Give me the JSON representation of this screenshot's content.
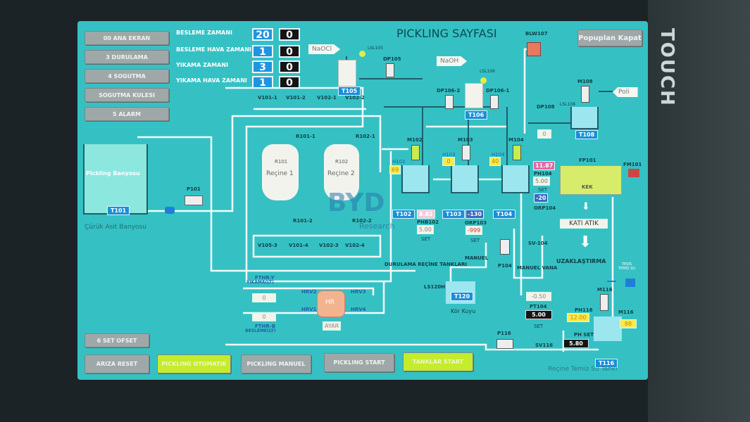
{
  "title": "PICKLING SAYFASI",
  "close_button": "Popuplan Kapat",
  "bezel_brand": "TOUCH",
  "nav_buttons": [
    "00 ANA EKRAN",
    "3 DURULAMA",
    "4 SOGUTMA",
    "SOGUTMA KULESI",
    "5 ALARM"
  ],
  "timers": [
    {
      "label": "BESLEME ZAMANI",
      "set": "20",
      "actual": "0"
    },
    {
      "label": "BESLEME HAVA ZAMANI",
      "set": "1",
      "actual": "0"
    },
    {
      "label": "YIKAMA ZAMANI",
      "set": "3",
      "actual": "0"
    },
    {
      "label": "YIKAMA HAVA ZAMANI",
      "set": "1",
      "actual": "0"
    }
  ],
  "bottom_buttons": [
    "6 SET OFSET",
    "ARIZA RESET",
    "PICKLING OTOMATIK",
    "PICKLING MANUEL",
    "PICKLING START",
    "TANKLAR START"
  ],
  "colors": {
    "screen": "#35c1c3",
    "active_button": "#c4ec2c",
    "tag": "#1a8fd8"
  },
  "pickling_tank": {
    "name": "Pickling Banyosu",
    "tag": "T101",
    "caption": "Çürük Asit Banyosu",
    "pump": "P101"
  },
  "resin": {
    "r1_tag": "R101",
    "r1_name": "Reçine 1",
    "r2_tag": "R102",
    "r2_name": "Reçine 2",
    "valves_top": [
      "R101-1",
      "R102-1"
    ],
    "valves_bottom": [
      "R101-2",
      "R102-2"
    ],
    "valves_upper_row": [
      "V101-1",
      "V101-2",
      "V102-1",
      "V102-2"
    ],
    "valves_lower_row": [
      "V105-3",
      "V101-4",
      "V102-3",
      "V102-4"
    ],
    "caption": "DURULAMA REÇİNE TANKLARI"
  },
  "hr": {
    "name": "HR",
    "ayar": "AYAR",
    "fthr_y": "FTHR-Y",
    "fthr_y_sub": "YIKAMA(LT)",
    "fthr_y_value": "0",
    "fthr_b": "FTHR-B",
    "fthr_b_sub": "BESLEME(LT)",
    "fthr_b_value": "0",
    "valves": [
      "HRV2",
      "HRV1",
      "HRV3",
      "HRV4"
    ]
  },
  "dosing": {
    "naocl": "NaOCl",
    "t105": "T105",
    "lsl105": "LSL105",
    "dp105": "DP105",
    "naoh": "NaOH",
    "t106": "T106",
    "lsl106": "LSL106",
    "dp106_2": "DP106-2",
    "dp106_1": "DP106-1",
    "blw107": "BLW107",
    "poli": "Poli",
    "m108": "M108",
    "t108": "T108",
    "lsl108": "LSL108",
    "dp108": "DP108",
    "dp108_value": "0"
  },
  "reactors": {
    "t102": {
      "tag": "T102",
      "mixer": "M102",
      "h_label": "H102",
      "h_value": "69",
      "ph_value": "8.82",
      "ph_label": "PHB102",
      "ph_set": "5.00",
      "set_label": "SET"
    },
    "t103": {
      "tag": "T103",
      "mixer": "M103",
      "h_label": "H103",
      "h_value": "0",
      "orp_value": "-130",
      "orp_label": "ORP103",
      "orp_set": "-999",
      "set_label": "SET"
    },
    "t104": {
      "tag": "T104",
      "mixer": "M104",
      "h_label": "H104",
      "h_value": "40",
      "ph_value": "11.87",
      "ph_label": "PH104",
      "ph_set": "5.00",
      "set_label": "SET",
      "orp_value": "-20",
      "orp_label": "ORP104"
    }
  },
  "filter": {
    "fp101": "FP101",
    "kek": "KEK",
    "fm101": "FM101",
    "kati_atik": "KATI ATIK",
    "uzaklastirma": "UZAKLAŞTIRMA"
  },
  "lower": {
    "sv104": "SV-104",
    "p104": "P104",
    "manuel": "MANUEL",
    "manuel_vana": "MANUEL VANA",
    "ls120h": "LS120H",
    "t120": "T120",
    "kor_kuyu": "Kör Kuyu",
    "pt104_value": "-0.50",
    "pt104": "PT104",
    "pt104_set": "5.00",
    "set_label": "SET",
    "p116": "P116",
    "sv116": "SV116",
    "tesis_temiz_su": "TESİS TEMİZ SU",
    "m116": "M116",
    "ph116": "PH116",
    "ph116_value": "12.00",
    "h116": "M116",
    "h116_value": "88",
    "ph_set_label": "PH SET",
    "ph_set_value": "5.80",
    "t116": "T116",
    "t116_caption": "Reçine Temiz Su Tankı"
  },
  "watermark": {
    "logo": "BYD",
    "sub": "Research"
  }
}
